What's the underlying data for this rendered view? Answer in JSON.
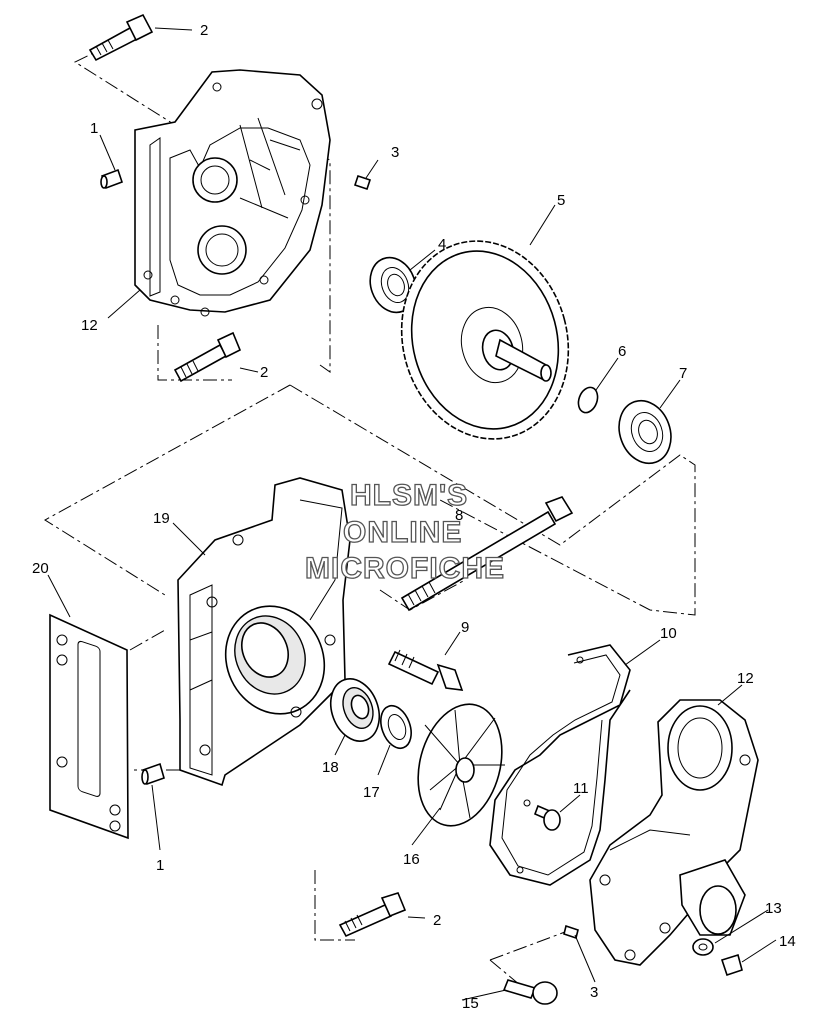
{
  "watermark": {
    "line1": "HLSM'S",
    "line2": "ONLINE",
    "line3": "MICROFICHE"
  },
  "callouts": [
    {
      "id": "c-2a",
      "text": "2"
    },
    {
      "id": "c-1a",
      "text": "1"
    },
    {
      "id": "c-3a",
      "text": "3"
    },
    {
      "id": "c-12a",
      "text": "12"
    },
    {
      "id": "c-2b",
      "text": "2"
    },
    {
      "id": "c-4",
      "text": "4"
    },
    {
      "id": "c-5",
      "text": "5"
    },
    {
      "id": "c-6",
      "text": "6"
    },
    {
      "id": "c-7",
      "text": "7"
    },
    {
      "id": "c-8",
      "text": "8"
    },
    {
      "id": "c-19",
      "text": "19"
    },
    {
      "id": "c-20",
      "text": "20"
    },
    {
      "id": "c-9",
      "text": "9"
    },
    {
      "id": "c-10",
      "text": "10"
    },
    {
      "id": "c-12b",
      "text": "12"
    },
    {
      "id": "c-18",
      "text": "18"
    },
    {
      "id": "c-17",
      "text": "17"
    },
    {
      "id": "c-16",
      "text": "16"
    },
    {
      "id": "c-11",
      "text": "11"
    },
    {
      "id": "c-1b",
      "text": "1"
    },
    {
      "id": "c-2c",
      "text": "2"
    },
    {
      "id": "c-13",
      "text": "13"
    },
    {
      "id": "c-14",
      "text": "14"
    },
    {
      "id": "c-15",
      "text": "15"
    },
    {
      "id": "c-3b",
      "text": "3"
    }
  ]
}
